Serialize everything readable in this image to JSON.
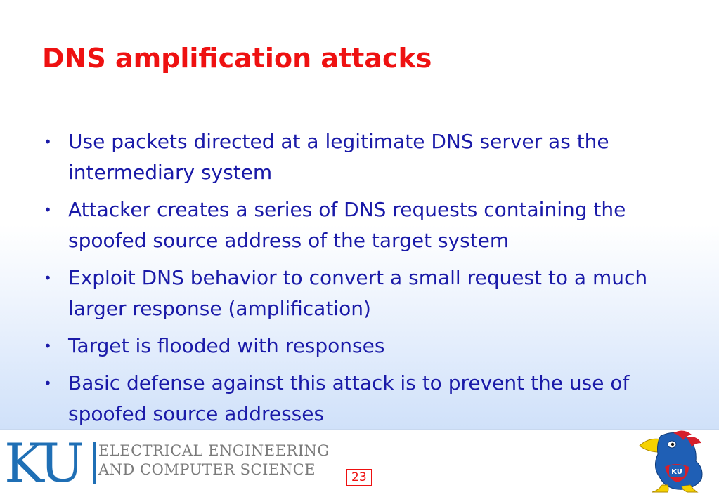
{
  "slide": {
    "title": "DNS amplification attacks",
    "bullets": [
      "Use packets directed at a legitimate DNS server as the intermediary system",
      "Attacker creates a series of DNS requests containing the spoofed source address of the target system",
      "Exploit DNS behavior to convert a small request to a much larger response (amplification)",
      "Target is flooded with responses",
      "Basic defense against this attack is to prevent the use of spoofed source addresses"
    ],
    "bullet_glyph": "•"
  },
  "footer": {
    "logo_text": "KU",
    "department_line1": "ELECTRICAL ENGINEERING",
    "department_line2": "AND COMPUTER SCIENCE",
    "page_number": "23",
    "mascot_badge": "KU"
  },
  "colors": {
    "title": "#ee1111",
    "body_text": "#1a1aa8",
    "ku_blue": "#1f6fb5",
    "department_gray": "#7a7a7a",
    "page_number": "#ee1111"
  },
  "icons": {
    "mascot": "jayhawk-icon"
  }
}
